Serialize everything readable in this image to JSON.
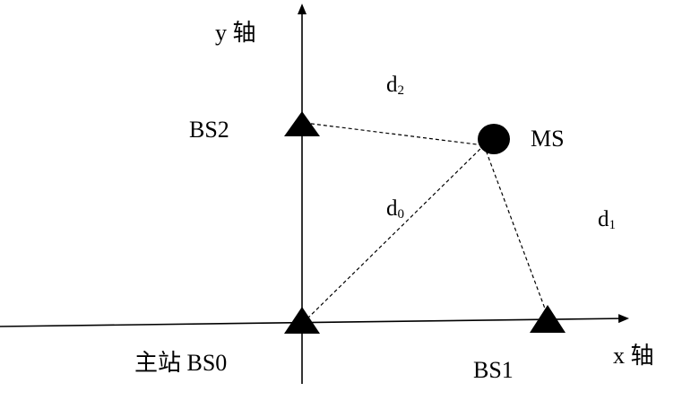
{
  "axes": {
    "y_label": "y 轴",
    "x_label": "x 轴"
  },
  "stations": {
    "bs0": "主站 BS0",
    "bs1": "BS1",
    "bs2": "BS2",
    "ms": "MS"
  },
  "distances": {
    "d0": {
      "base": "d",
      "sub": "0"
    },
    "d1": {
      "base": "d",
      "sub": "1"
    },
    "d2": {
      "base": "d",
      "sub": "2"
    }
  },
  "colors": {
    "ink": "#000000",
    "background": "#ffffff"
  }
}
